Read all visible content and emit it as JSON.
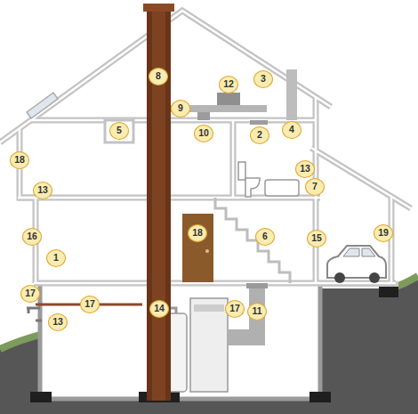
{
  "diagram": {
    "labels": [
      "8",
      "3",
      "12",
      "9",
      "4",
      "5",
      "2",
      "10",
      "18",
      "13",
      "7",
      "13",
      "19",
      "18",
      "16",
      "15",
      "6",
      "1",
      "17",
      "17",
      "14",
      "17",
      "11",
      "13"
    ]
  }
}
